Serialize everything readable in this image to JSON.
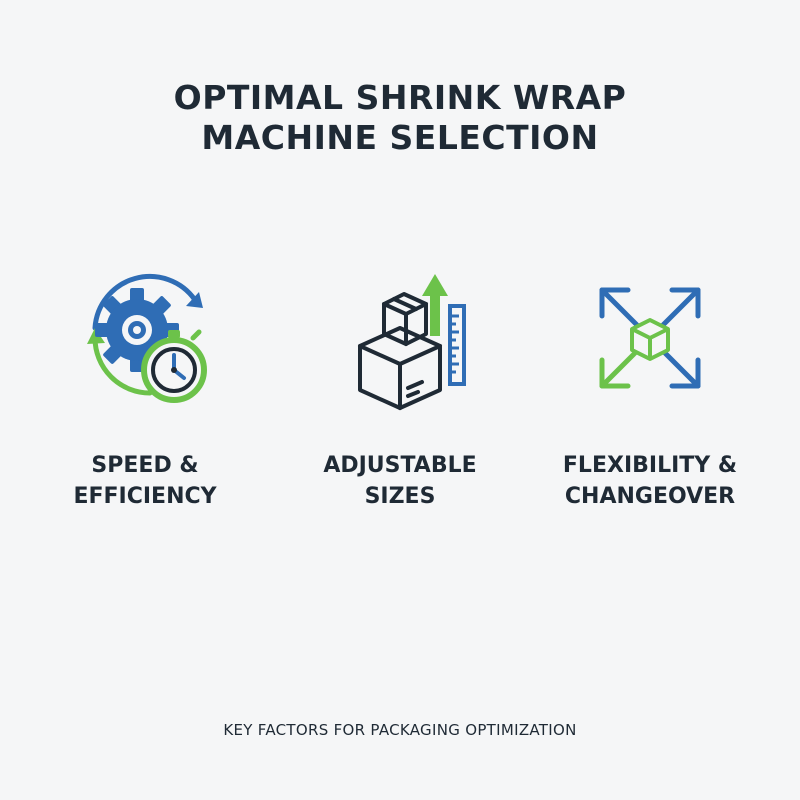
{
  "title": {
    "line1": "OPTIMAL SHRINK WRAP",
    "line2": "MACHINE SELECTION"
  },
  "factors": [
    {
      "icon": "gear-stopwatch-icon",
      "label_line1": "SPEED &",
      "label_line2": "EFFICIENCY"
    },
    {
      "icon": "boxes-ruler-icon",
      "label_line1": "ADJUSTABLE",
      "label_line2": "SIZES"
    },
    {
      "icon": "expand-arrows-cube-icon",
      "label_line1": "FLEXIBILITY &",
      "label_line2": "CHANGEOVER"
    }
  ],
  "footer": "KEY FACTORS FOR PACKAGING OPTIMIZATION",
  "colors": {
    "background": "#f5f6f7",
    "text": "#1f2a35",
    "blue": "#2f6db5",
    "green": "#6cc24a"
  }
}
